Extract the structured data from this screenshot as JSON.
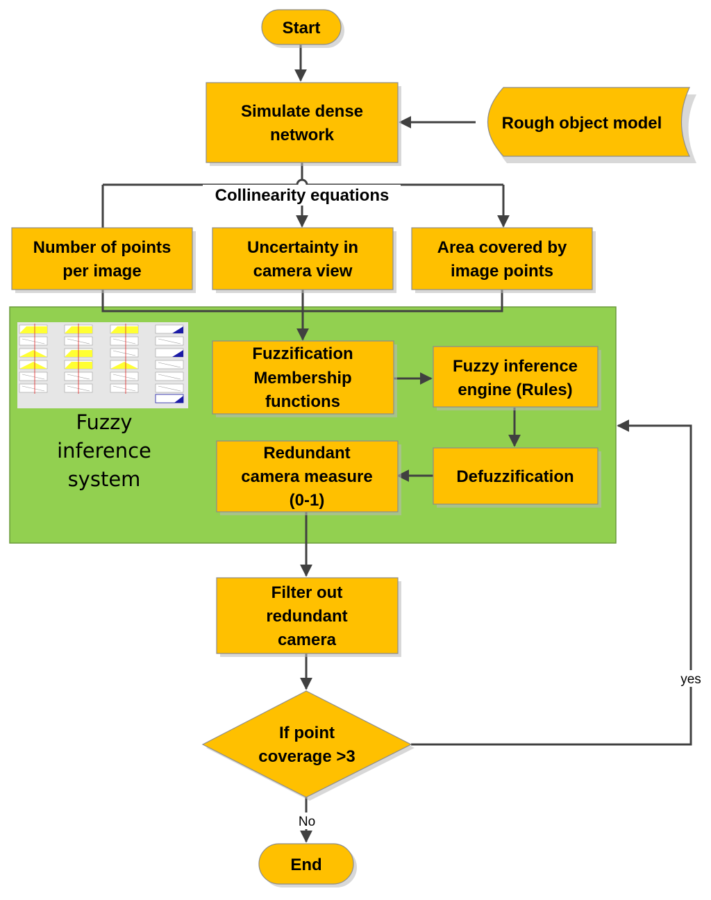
{
  "nodes": {
    "start": "Start",
    "simulate": [
      "Simulate dense",
      "network"
    ],
    "rough_model": "Rough object model",
    "collinearity": "Collinearity equations",
    "points_per_image": [
      "Number of points",
      "per image"
    ],
    "uncertainty": [
      "Uncertainty in",
      "camera view"
    ],
    "area_covered": [
      "Area covered by",
      "image points"
    ],
    "fuzzification": [
      "Fuzzification",
      "Membership",
      "functions"
    ],
    "inference_engine": [
      "Fuzzy inference",
      "engine (Rules)"
    ],
    "defuzzification": "Defuzzification",
    "redundant_measure": [
      "Redundant",
      "camera measure",
      "(0-1)"
    ],
    "filter": [
      "Filter out",
      "redundant",
      "camera"
    ],
    "decision": [
      "If point",
      "coverage >3"
    ],
    "end": "End"
  },
  "fis_label": [
    "Fuzzy",
    "inference",
    "system"
  ],
  "edge_labels": {
    "yes": "yes",
    "no": "No"
  },
  "colors": {
    "box": "#FFC000",
    "fis_panel": "#92D050",
    "edge": "#404040"
  }
}
